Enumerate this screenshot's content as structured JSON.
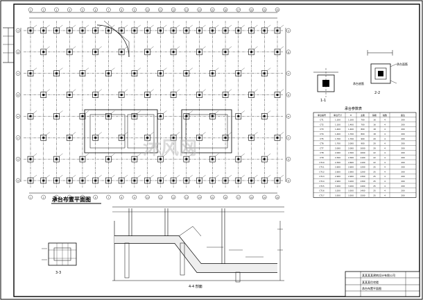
{
  "plan": {
    "title": "承台布置平面图",
    "col_labels": [
      "1",
      "2",
      "3",
      "4",
      "5",
      "6",
      "7",
      "8",
      "9",
      "10",
      "11",
      "12",
      "13",
      "14",
      "15",
      "16",
      "17",
      "18",
      "19",
      "20"
    ],
    "row_labels": [
      "A",
      "B",
      "C",
      "D",
      "E",
      "F",
      "G",
      "H"
    ]
  },
  "table": {
    "title": "承台参数表",
    "headers": [
      "承台编号",
      "承台尺寸",
      "H",
      "主筋",
      "箍筋",
      "桩数",
      "备注"
    ],
    "rows": [
      [
        "CT1",
        "1.100",
        "1.100",
        "700",
        "16",
        "4",
        "200"
      ],
      [
        "CT2",
        "1.100",
        "1.400",
        "700",
        "16",
        "4",
        "200"
      ],
      [
        "CT3",
        "1.400",
        "1.400",
        "800",
        "18",
        "4",
        "200"
      ],
      [
        "CT4",
        "1.400",
        "1.700",
        "800",
        "18",
        "4",
        "200"
      ],
      [
        "CT5",
        "1.700",
        "1.700",
        "900",
        "20",
        "4",
        "200"
      ],
      [
        "CT6",
        "1.700",
        "2.000",
        "900",
        "20",
        "4",
        "200"
      ],
      [
        "CT7",
        "2.000",
        "2.000",
        "1000",
        "20",
        "4",
        "200"
      ],
      [
        "CT8",
        "2.000",
        "2.300",
        "1000",
        "22",
        "4",
        "200"
      ],
      [
        "CT9",
        "2.300",
        "2.300",
        "1100",
        "22",
        "4",
        "200"
      ],
      [
        "CT10",
        "2.300",
        "2.600",
        "1100",
        "22",
        "4",
        "200"
      ],
      [
        "CT11",
        "2.600",
        "2.600",
        "1200",
        "25",
        "4",
        "200"
      ],
      [
        "CT12",
        "2.600",
        "2.900",
        "1200",
        "25",
        "4",
        "200"
      ],
      [
        "CT13",
        "2.900",
        "2.900",
        "1300",
        "25",
        "4",
        "200"
      ],
      [
        "CT14",
        "2.900",
        "3.200",
        "1300",
        "25",
        "4",
        "200"
      ],
      [
        "CT15",
        "3.200",
        "3.200",
        "1400",
        "25",
        "4",
        "200"
      ],
      [
        "CT16",
        "3.200",
        "3.500",
        "1400",
        "25",
        "4",
        "200"
      ],
      [
        "CT17",
        "3.500",
        "3.500",
        "1500",
        "25",
        "4",
        "200"
      ]
    ]
  },
  "details": {
    "small_left_label": "1-1",
    "small_right_label": "2-2",
    "small_right_tag1": "承台面筋",
    "small_right_tag2": "承台底筋",
    "bottom_left_label": "3-3",
    "section_label": "4-4 剖面"
  },
  "title_block": {
    "company": "某某某某建筑设计有限公司",
    "project": "某某某住宅楼",
    "drawing": "承台布置平面图"
  },
  "watermark": "沐风网"
}
